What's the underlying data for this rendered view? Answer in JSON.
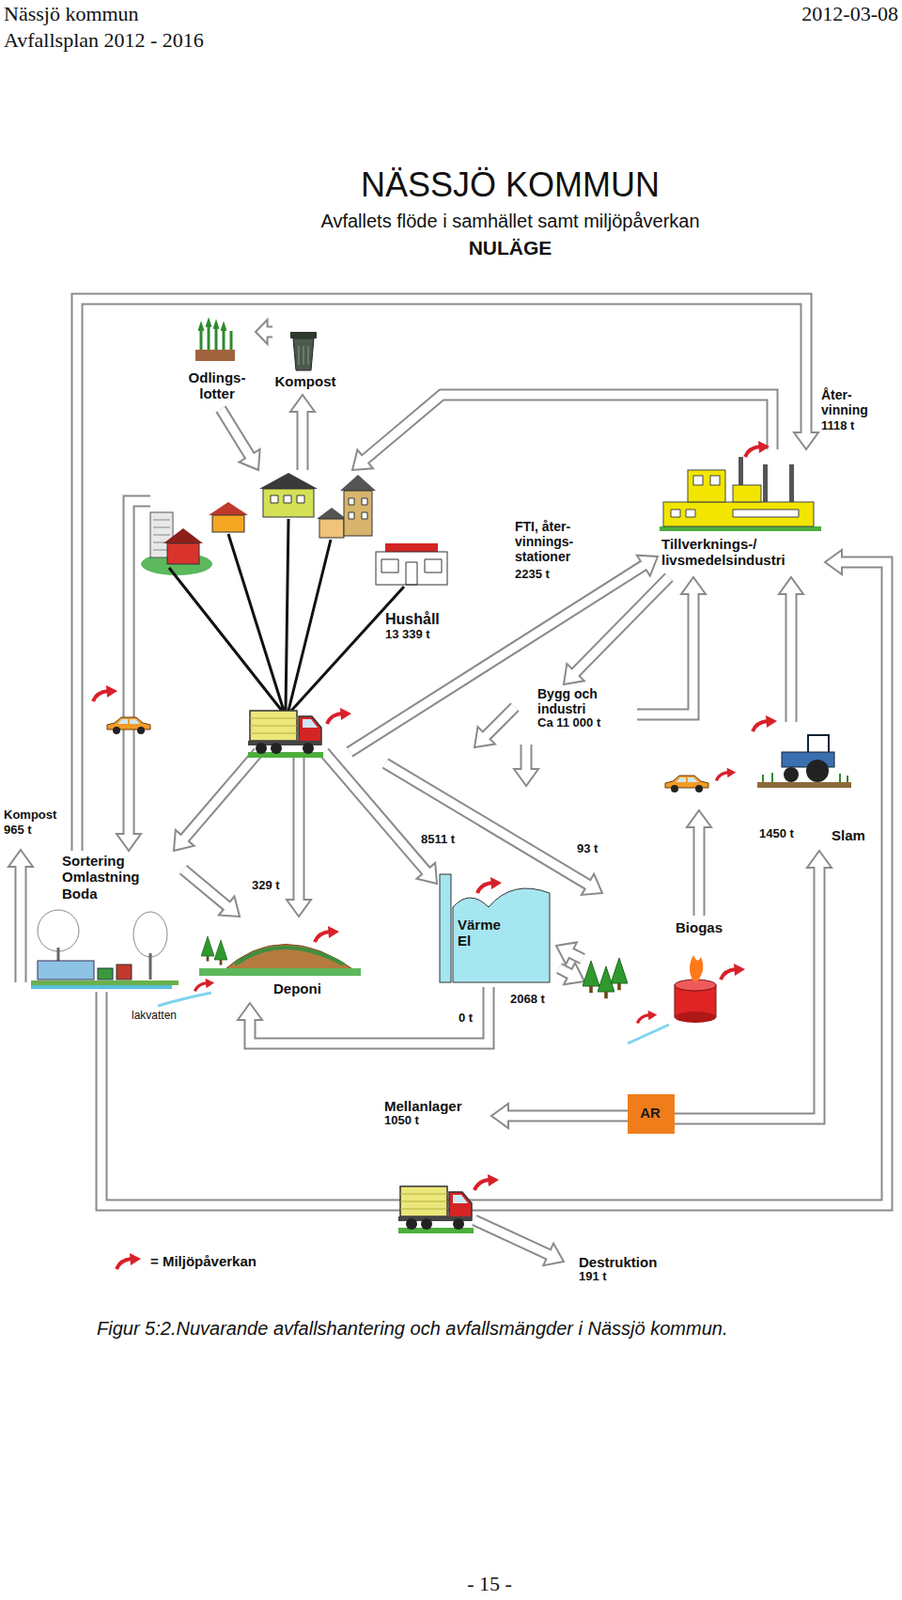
{
  "diagram": {
    "title": "NÄSSJÖ KOMMUN",
    "caption": "Figur 5:2.Nuvarande avfallshantering och avfallsmängder i Nässjö kommun.",
    "nodes": [
      {
        "text": [
          "Odlings- lotter"
        ]
      },
      {
        "text": [
          "Kompost"
        ]
      },
      {
        "text": [
          "Hushåll",
          "13 339 t"
        ]
      },
      {
        "text": [
          "Tillverknings-/ livsmedelsindustri"
        ]
      },
      {
        "text": [
          "Bygg och industri",
          "Ca 11 000 t"
        ]
      },
      {
        "text": [
          "Slam"
        ]
      },
      {
        "text": [
          "Sortering Omlastning Boda"
        ]
      },
      {
        "text": [
          "Deponi"
        ]
      },
      {
        "text": [
          "Värme El"
        ]
      },
      {
        "text": [
          "Biogas"
        ]
      },
      {
        "text": [
          "Mellanlager",
          "1050 t"
        ]
      },
      {
        "text": [
          "AR"
        ]
      },
      {
        "text": [
          "Destruktion",
          "191 t"
        ]
      }
    ],
    "edges": [
      {
        "from": 1,
        "to": 0,
        "arrow": "to"
      },
      {
        "from": 0,
        "to": 2,
        "arrow": "to"
      },
      {
        "from": 2,
        "to": 1,
        "arrow": "to"
      },
      {
        "from": 3,
        "to": 2,
        "arrow": "to"
      },
      {
        "from": 6,
        "to": 3,
        "arrow": "to"
      },
      {
        "from": 2,
        "to": 6,
        "arrow": "to"
      },
      {
        "from": 2,
        "to": 6,
        "arrow": "to"
      },
      {
        "from": 6,
        "to": 7,
        "arrow": "to"
      },
      {
        "from": 2,
        "to": 7,
        "arrow": "to"
      },
      {
        "from": 2,
        "to": 8,
        "arrow": "to"
      },
      {
        "from": 8,
        "to": 7,
        "arrow": "to"
      },
      {
        "from": 4,
        "to": 3,
        "arrow": "to"
      },
      {
        "from": 3,
        "to": 4,
        "arrow": "to"
      },
      {
        "from": 2,
        "to": 3,
        "arrow": "to"
      },
      {
        "from": 5,
        "to": 3,
        "arrow": "to"
      },
      {
        "from": 11,
        "to": 10,
        "arrow": "to"
      },
      {
        "from": 11,
        "to": 5,
        "arrow": "to"
      },
      {
        "from": 6,
        "to": 3,
        "arrow": "to"
      }
    ],
    "labels": [
      "Nässjö kommun",
      "2012-03-08",
      "Avfallsplan 2012 - 2016",
      "Avfallets flöde i samhället samt miljöpåverkan",
      "NULÄGE",
      "Åter- vinning",
      "1118 t",
      "FTI, åter- vinnings- stationer",
      "2235 t",
      "Kompost",
      "965 t",
      "329 t",
      "8511 t",
      "93 t",
      "2068 t",
      "0 t",
      "1450 t",
      "lakvatten",
      "- 15 -"
    ],
    "legend": [
      {
        "text": "= Miljöpåverkan"
      }
    ]
  }
}
